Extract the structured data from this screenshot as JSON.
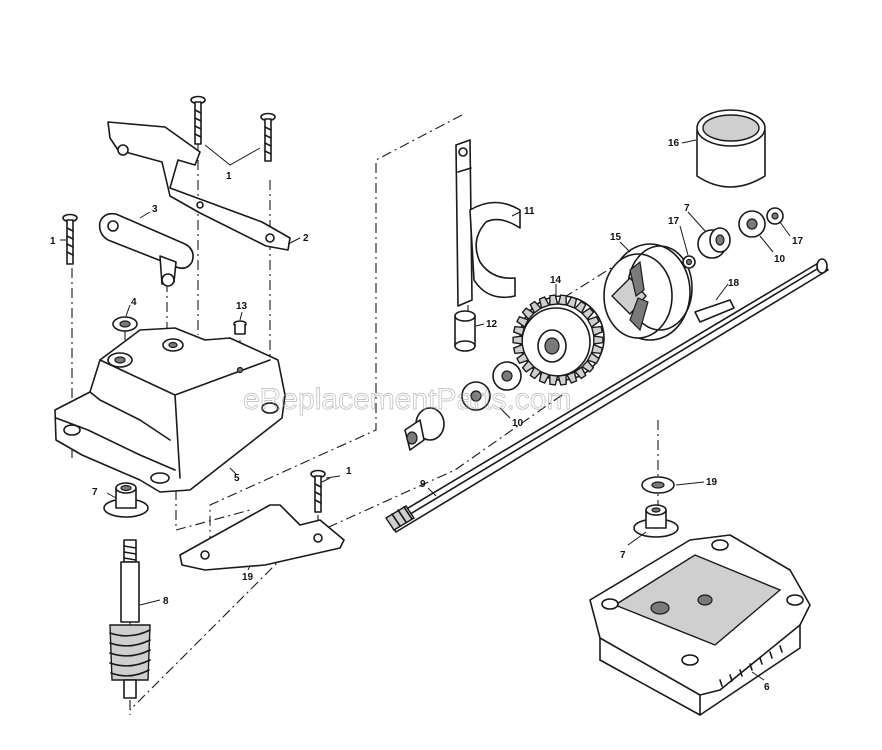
{
  "diagram": {
    "watermark": "eReplacementParts.com",
    "part_labels": {
      "p1_top": "1",
      "p1_left": "1",
      "p1_right": "1",
      "p2": "2",
      "p3": "3",
      "p4": "4",
      "p5": "5",
      "p6": "6",
      "p7_left": "7",
      "p7_bottom": "7",
      "p7_top": "7",
      "p8": "8",
      "p9": "9",
      "p10_lower": "10",
      "p10_upper": "10",
      "p11": "11",
      "p12": "12",
      "p13": "13",
      "p14": "14",
      "p15": "15",
      "p16": "16",
      "p17_left": "17",
      "p17_right": "17",
      "p18": "18",
      "p19_left": "19",
      "p19_right": "19"
    }
  }
}
